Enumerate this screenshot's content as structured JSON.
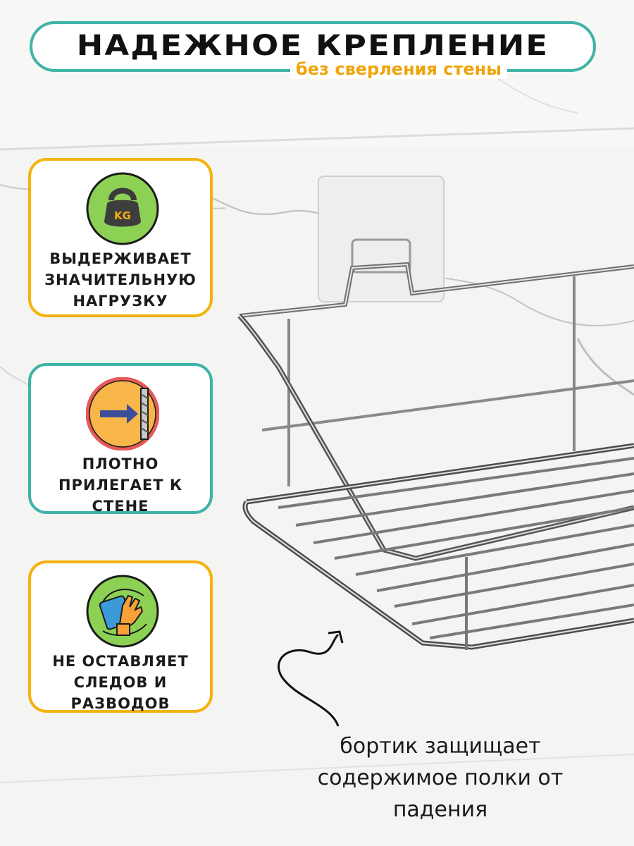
{
  "header": {
    "title": "НАДЕЖНОЕ КРЕПЛЕНИЕ",
    "subtitle": "без сверления стены"
  },
  "features": [
    {
      "icon": "kettlebell-icon",
      "icon_text": "KG",
      "lines": [
        "ВЫДЕРЖИВАЕТ",
        "ЗНАЧИТЕЛЬНУЮ",
        "НАГРУЗКУ"
      ]
    },
    {
      "icon": "arrow-to-wall-icon",
      "lines": [
        "ПЛОТНО",
        "ПРИЛЕГАЕТ К",
        "СТЕНЕ"
      ]
    },
    {
      "icon": "glove-wipe-icon",
      "lines": [
        "НЕ ОСТАВЛЯЕТ",
        "СЛЕДОВ И",
        "РАЗВОДОВ"
      ]
    }
  ],
  "caption": {
    "lines": [
      "бортик защищает",
      "содержимое полки от",
      "падения"
    ]
  },
  "colors": {
    "teal": "#3fb3a6",
    "gold": "#f4b20d",
    "orange_text": "#f0a30a",
    "icon_green": "#8cd153",
    "icon_orange": "#f8b548"
  }
}
